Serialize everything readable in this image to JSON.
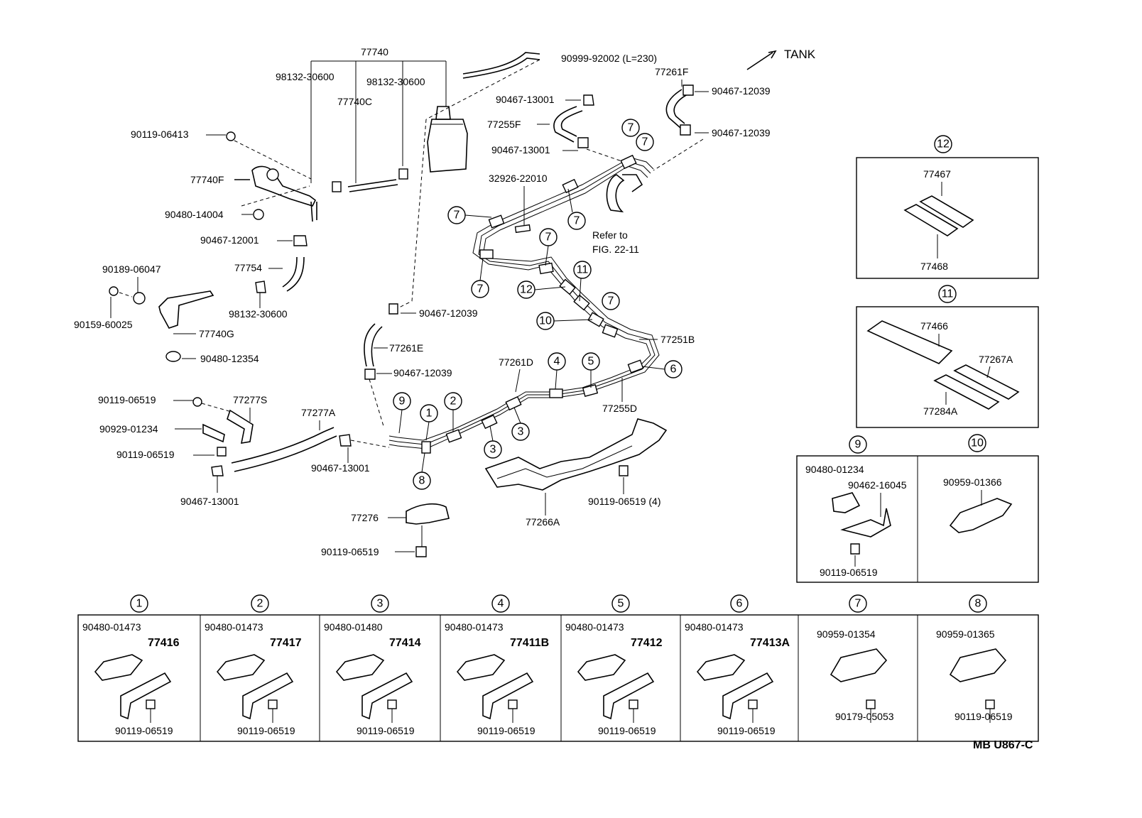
{
  "diagram": {
    "direction_label": "TANK",
    "reference_text": [
      "Refer to",
      "FIG. 22-11"
    ],
    "drawing_code": "MB U867-C",
    "top_labels": {
      "l77740": "77740",
      "l98132a": "98132-30600",
      "l98132b": "98132-30600",
      "l77740c": "77740C",
      "l90999": "90999-92002 (L=230)",
      "l90119_06413": "90119-06413",
      "l77740f": "77740F",
      "l90480_14004": "90480-14004",
      "l90467_12001": "90467-12001",
      "l77754": "77754",
      "l98132c": "98132-30600",
      "l90189": "90189-06047",
      "l90159": "90159-60025",
      "l77740g": "77740G",
      "l90480_12354": "90480-12354",
      "l90119_06519a": "90119-06519",
      "l77277s": "77277S",
      "l90929": "90929-01234",
      "l90119_06519b": "90119-06519",
      "l90467_13001a": "90467-13001",
      "l77277a": "77277A",
      "l90467_13001b": "90467-13001",
      "l77276": "77276",
      "l90119_06519c": "90119-06519",
      "l90467_12039a": "90467-12039",
      "l77261e": "77261E",
      "l90467_12039b": "90467-12039",
      "l90467_13001c": "90467-13001",
      "l77255f": "77255F",
      "l90467_13001d": "90467-13001",
      "l77261f": "77261F",
      "l90467_12039c": "90467-12039",
      "l90467_12039d": "90467-12039",
      "l32926": "32926-22010",
      "l77251b": "77251B",
      "l77261d": "77261D",
      "l77255d": "77255D",
      "l77266a": "77266A",
      "l90119_06519d": "90119-06519 (4)"
    },
    "callouts": {
      "c1": "1",
      "c2": "2",
      "c3a": "3",
      "c3b": "3",
      "c4": "4",
      "c5": "5",
      "c6": "6",
      "c7a": "7",
      "c7b": "7",
      "c7c": "7",
      "c7d": "7",
      "c7e": "7",
      "c7f": "7",
      "c7g": "7",
      "c8": "8",
      "c9": "9",
      "c10": "10",
      "c11": "11",
      "c12": "12"
    },
    "kits": {
      "k12": {
        "num": "12",
        "a": "77467",
        "b": "77468"
      },
      "k11": {
        "num": "11",
        "a": "77466",
        "b": "77267A",
        "c": "77284A"
      },
      "k9": {
        "num": "9",
        "a": "90480-01234",
        "b": "90462-16045",
        "c": "90119-06519"
      },
      "k10": {
        "num": "10",
        "a": "90959-01366"
      }
    },
    "bottom_kits": [
      {
        "num": "1",
        "clamp": "90480-01473",
        "bracket": "77416",
        "bolt": "90119-06519"
      },
      {
        "num": "2",
        "clamp": "90480-01473",
        "bracket": "77417",
        "bolt": "90119-06519"
      },
      {
        "num": "3",
        "clamp": "90480-01480",
        "bracket": "77414",
        "bolt": "90119-06519"
      },
      {
        "num": "4",
        "clamp": "90480-01473",
        "bracket": "77411B",
        "bolt": "90119-06519"
      },
      {
        "num": "5",
        "clamp": "90480-01473",
        "bracket": "77412",
        "bolt": "90119-06519"
      },
      {
        "num": "6",
        "clamp": "90480-01473",
        "bracket": "77413A",
        "bolt": "90119-06519"
      },
      {
        "num": "7",
        "clamp": "90959-01354",
        "bracket": "",
        "bolt": "90179-05053"
      },
      {
        "num": "8",
        "clamp": "90959-01365",
        "bracket": "",
        "bolt": "90119-06519"
      }
    ]
  }
}
